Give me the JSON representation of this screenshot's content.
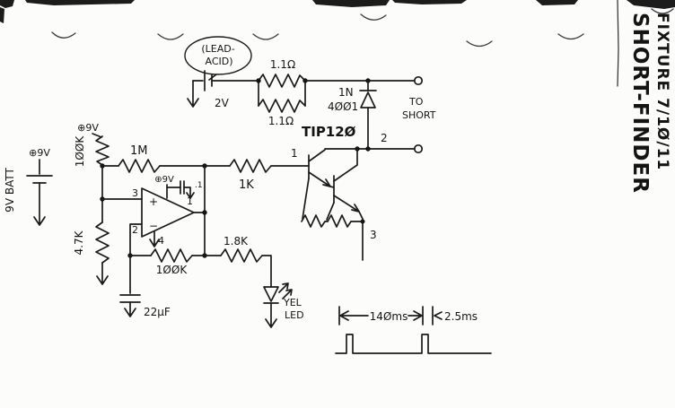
{
  "title": {
    "name": "SHORT-FINDER",
    "fixture": "FIXTURE 7/1Ø/11"
  },
  "supply": {
    "note1": "(LEAD-",
    "note2": "ACID)",
    "voltage": "2V",
    "r_top": "1.1Ω",
    "r_bottom": "1.1Ω",
    "diode1": "1N",
    "diode2": "4ØØ1",
    "terminal1": "TO",
    "terminal2": "SHORT"
  },
  "driver": {
    "part": "TIP12Ø",
    "pin1": "1",
    "pin2": "2",
    "pin3": "3"
  },
  "power": {
    "rail_divider": "⊕9V",
    "rail_battery": "⊕9V",
    "rail_opamp": "⊕9V",
    "bypass": ".1",
    "battery": "9V BATT"
  },
  "oscillator": {
    "r_div_top": "1ØØK",
    "r_div_bot": "4.7K",
    "r_feedback": "1M",
    "r_base": "1K",
    "r_timing": "1ØØK",
    "r_led": "1.8K",
    "cap": "22μF",
    "led1": "YEL",
    "led2": "LED",
    "plus": "+",
    "minus": "−",
    "pin1": "1",
    "pin2": "2",
    "pin3": "3",
    "pin4": "4"
  },
  "timing": {
    "period": "14Øms",
    "pulse": "2.5ms"
  }
}
